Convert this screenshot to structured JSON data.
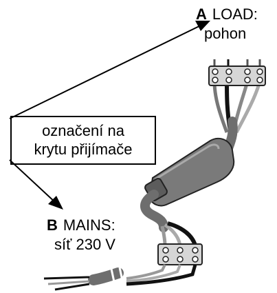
{
  "label_a": {
    "letter": "A",
    "name": "LOAD:",
    "sub": "pohon"
  },
  "label_b": {
    "letter": "B",
    "name": "MAINS:",
    "sub": "síť 230 V"
  },
  "callout": {
    "line1": "označení na",
    "line2": "krytu přijímače"
  },
  "colors": {
    "line": "#000000",
    "cable": "#7a7a7a",
    "cable_light": "#a8a8a8",
    "wire_black": "#111111",
    "wire_gray": "#8c8c8c",
    "connector": "#cfcfcf"
  },
  "icons": [
    "arrow-a-icon",
    "arrow-b-icon",
    "receiver-housing-icon",
    "terminal-connector-icon",
    "cable-icon"
  ]
}
